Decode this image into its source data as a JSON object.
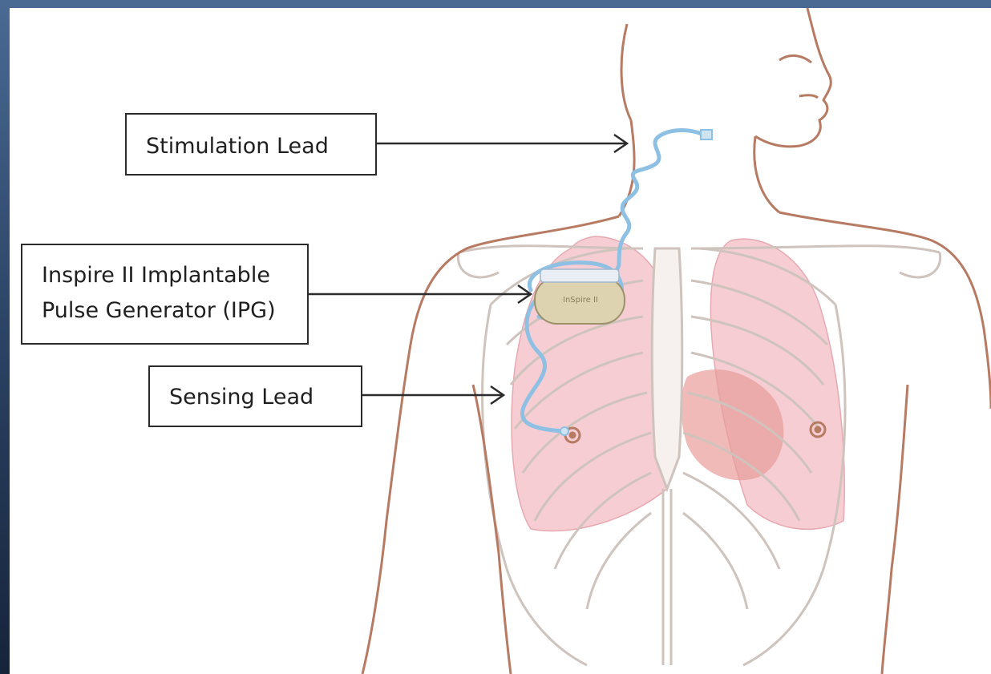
{
  "labels": {
    "stimulation_lead": "Stimulation Lead",
    "ipg_line1": "Inspire II Implantable",
    "ipg_line2": "Pulse Generator (IPG)",
    "sensing_lead": "Sensing Lead"
  },
  "device_marking": "InSpire II",
  "colors": {
    "skin_outline": "#b77a63",
    "bone_outline": "#cfc3bd",
    "lung_fill": "#f0b8bf",
    "heart_fill": "#e99c99",
    "lead_blue": "#8ec0e4",
    "device_fill": "#ddd3b0",
    "frame_blue": "#34527a"
  }
}
